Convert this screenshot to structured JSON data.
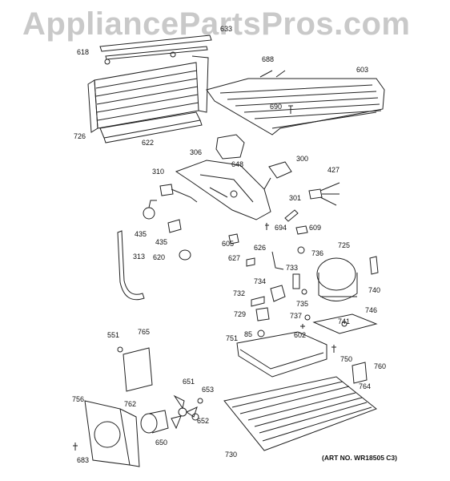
{
  "watermark": "AppliancePartsPros.com",
  "art_number": "(ART NO. WR18505 C3)",
  "part_labels": [
    "633",
    "618",
    "726",
    "622",
    "688",
    "603",
    "690",
    "306",
    "648",
    "300",
    "427",
    "310",
    "301",
    "694",
    "609",
    "435",
    "435",
    "313",
    "620",
    "605",
    "626",
    "725",
    "627",
    "736",
    "733",
    "734",
    "740",
    "732",
    "735",
    "729",
    "737",
    "741",
    "746",
    "602",
    "85",
    "751",
    "750",
    "760",
    "764",
    "551",
    "765",
    "651",
    "653",
    "756",
    "762",
    "652",
    "650",
    "683",
    "730"
  ]
}
